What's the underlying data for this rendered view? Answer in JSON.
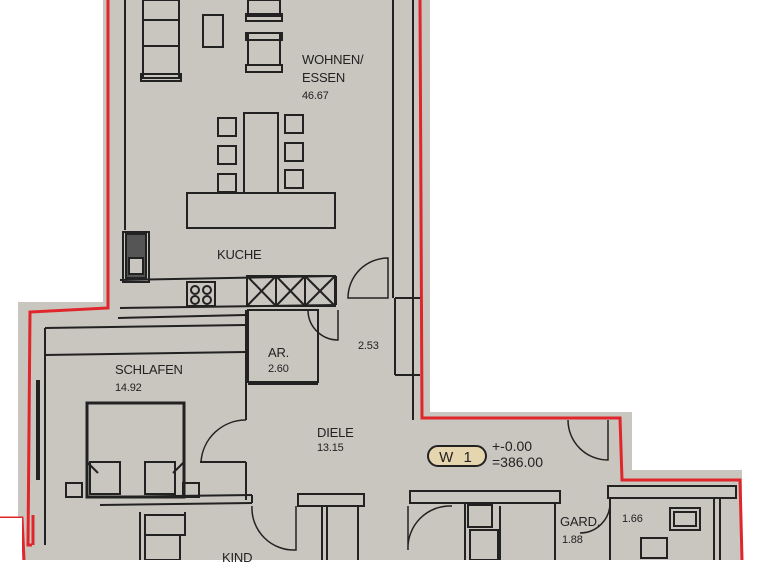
{
  "plan": {
    "colors": {
      "paper": "#c9c6c0",
      "wall": "#222222",
      "outline": "#e0262a",
      "background": "#ffffff",
      "badge": "#e6d6b0"
    },
    "rooms": {
      "wohnen": {
        "name_line1": "WOHNEN/",
        "name_line2": "ESSEN",
        "area": "46.67"
      },
      "kuche": {
        "name": "KUCHE"
      },
      "flur": {
        "area": "2.53"
      },
      "abstellraum": {
        "name": "AR.",
        "area": "2.60"
      },
      "schlafen": {
        "name": "SCHLAFEN",
        "area": "14.92"
      },
      "diele": {
        "name": "DIELE",
        "area": "13.15"
      },
      "garderobe": {
        "name": "GARD.",
        "area": "1.88"
      },
      "bad": {
        "area": "1.66"
      },
      "kind": {
        "name": "KIND"
      }
    },
    "level": {
      "badge": "W 1",
      "elevation_relative": "+-0.00",
      "elevation_absolute": "=386.00"
    }
  }
}
